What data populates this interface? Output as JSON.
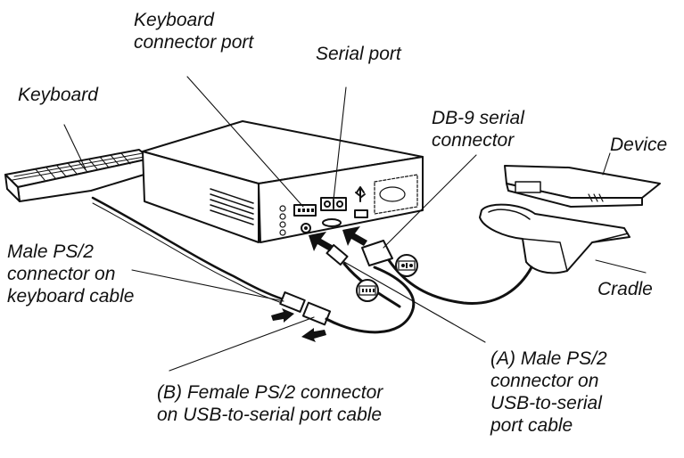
{
  "labels": {
    "keyboard_connector_port": [
      "Keyboard",
      "connector port"
    ],
    "serial_port": "Serial port",
    "keyboard": "Keyboard",
    "db9_connector": [
      "DB-9 serial",
      "connector"
    ],
    "device": "Device",
    "cradle": "Cradle",
    "male_ps2_keyboard": [
      "Male PS/2",
      "connector on",
      "keyboard cable"
    ],
    "female_ps2_b": [
      "(B) Female PS/2 connector",
      "on USB-to-serial port cable"
    ],
    "male_ps2_a": [
      "(A) Male PS/2",
      "connector on",
      "USB-to-serial",
      "port cable"
    ]
  },
  "colors": {
    "line": "#111111",
    "fill": "#ffffff",
    "shade": "#d9d9d9"
  }
}
